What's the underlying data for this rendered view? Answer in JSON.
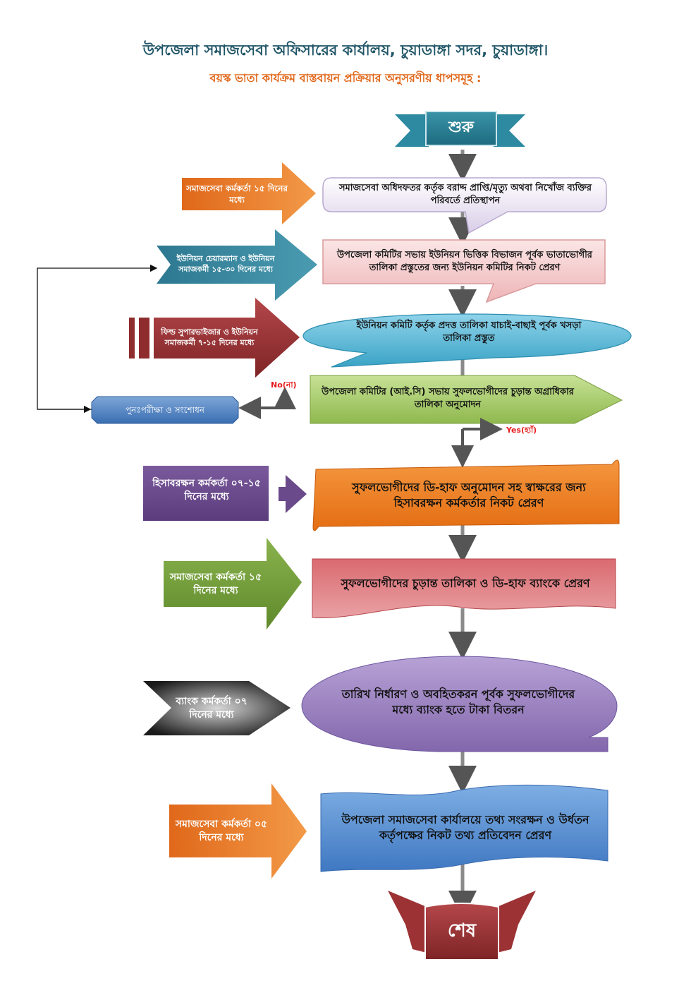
{
  "header": {
    "title": "উপজেলা সমাজসেবা অফিসারের কার্যালয়, চুয়াডাঙ্গা সদর, চুয়াডাঙ্গা।",
    "subtitle": "বয়স্ক ভাতা কার্যক্রম বাস্তবায়ন প্রক্রিয়ার অনুসরণীয় ধাপসমূহ :"
  },
  "flow": {
    "start": "শুরু",
    "end": "শেষ",
    "steps": [
      {
        "text": "সমাজসেবা অধিদফতর কর্তৃক বরাদ্দ প্রাপ্তি/মৃত্যু অথবা নিখোঁজ ব্যক্তির পরিবর্তে প্রতিস্থাপন",
        "color": "#e8e0f0",
        "side": {
          "text": "সমাজসেবা কর্মকর্তা ১৫ দিনের মধ্যে",
          "color": "#e2741c"
        }
      },
      {
        "text": "উপজেলা কমিটির সভায় ইউনিয়ন ভিত্তিক বিভাজন পূর্বক ভাতাভোগীর তালিকা প্রস্তুতের জন্য ইউনিয়ন কমিটির নিকট প্রেরণ",
        "color": "#f4d0d0",
        "side": {
          "text": "ইউনিয়ন চেয়ারম্যান ও ইউনিয়ন সমাজকর্মী ১৫-৩০ দিনের মধ্যে",
          "color": "#2f7f97"
        }
      },
      {
        "text": "ইউনিয়ন কমিটি কর্তৃক প্রদত্ত তালিকা যাচাই-বাছাই পূর্বক খসড়া তালিকা প্রস্তুত",
        "color": "#58b9d6",
        "side": {
          "text": "ফিল্ড সুপারভাইজার ও ইউনিয়ন সমাজকর্মী ৭-১৫ দিনের মধ্যে",
          "color": "#9c3234"
        }
      },
      {
        "text": "উপজেলা কমিটির (আই.সি) সভায় সুফলভোগীদের চুড়ান্ত অগ্রাধিকার তালিকা অনুমোদন",
        "color": "#a9cc6a"
      },
      {
        "text": "সুফলভোগীদের ডি-হাফ অনুমোদন সহ স্বাক্ষরের জন্য হিসাবরক্ষন কর্মকর্তার নিকট প্রেরণ",
        "color": "#ee7d22",
        "side": {
          "text": "হিসাবরক্ষন কর্মকর্তা ০৭-১৫ দিনের মধ্যে",
          "color": "#6a4a8a"
        }
      },
      {
        "text": "সুফলভোগীদের  চুড়ান্ত তালিকা ও ডি-হাফ ব্যাংকে প্রেরণ",
        "color": "#cf5a60",
        "side": {
          "text": "সমাজসেবা কর্মকর্তা ১৫ দিনের মধ্যে",
          "color": "#76a03c"
        }
      },
      {
        "text": "তারিখ নির্ধারণ ও অবহিতকরন পূর্বক সুফলভোগীদের মধ্যে ব্যাংক হতে টাকা বিতরন",
        "color": "#9c83bf",
        "side": {
          "text": "ব্যাংক কর্মকর্তা ০৭ দিনের মধ্যে",
          "color": "#2a2a2a"
        }
      },
      {
        "text": "উপজেলা সমাজসেবা কার্যালয়ে তথ্য সংরক্ষন ও উর্ধতন কর্তৃপক্ষের নিকট তথ্য প্রতিবেদন প্রেরণ",
        "color": "#5b8fd0",
        "side": {
          "text": "সমাজসেবা কর্মকর্তা ০৫ দিনের মধ্যে",
          "color": "#e2741c"
        }
      }
    ],
    "review": "পুনঃপরীক্ষা  ও  সংশোধন",
    "no_label": "No(না)",
    "yes_label": "Yes(হ্যাঁ)"
  }
}
